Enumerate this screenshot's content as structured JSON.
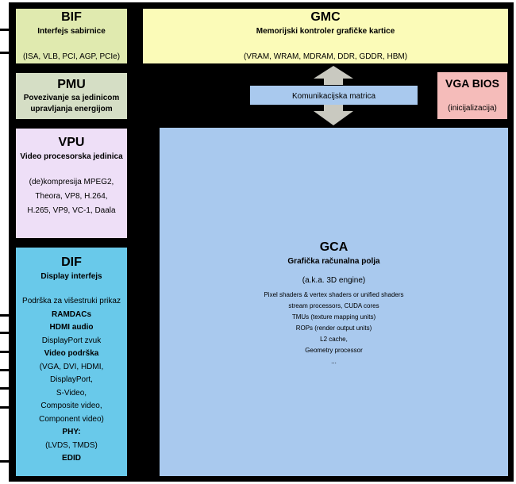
{
  "bif": {
    "title": "BIF",
    "subtitle": "Interfejs sabirnice",
    "detail": "(ISA, VLB, PCI, AGP, PCIe)"
  },
  "pmu": {
    "title": "PMU",
    "subtitle": "Povezivanje sa jedinicom upravljanja energijom"
  },
  "vpu": {
    "title": "VPU",
    "subtitle": "Video procesorska jedinica",
    "detail": "(de)kompresija MPEG2, Theora, VP8, H.264, H.265, VP9, VC-1, Daala"
  },
  "dif": {
    "title": "DIF",
    "subtitle": "Display interfejs",
    "lines": [
      {
        "text": "Podrška za višestruki prikaz",
        "bold": false
      },
      {
        "text": "RAMDACs",
        "bold": true
      },
      {
        "text": "HDMI audio",
        "bold": true
      },
      {
        "text": "DisplayPort zvuk",
        "bold": false
      },
      {
        "text": "Video podrška",
        "bold": true
      },
      {
        "text": "(VGA, DVI, HDMI,",
        "bold": false
      },
      {
        "text": "DisplayPort,",
        "bold": false
      },
      {
        "text": "S-Video,",
        "bold": false
      },
      {
        "text": "Composite video,",
        "bold": false
      },
      {
        "text": "Component video)",
        "bold": false
      },
      {
        "text": "PHY:",
        "bold": true
      },
      {
        "text": "(LVDS, TMDS)",
        "bold": false
      },
      {
        "text": "EDID",
        "bold": true
      }
    ]
  },
  "gmc": {
    "title": "GMC",
    "subtitle": "Memorijski kontroler grafičke kartice",
    "detail": "(VRAM, WRAM, MDRAM, DDR, GDDR, HBM)"
  },
  "crossbar": {
    "label": "Komunikacijska matrica"
  },
  "vgabios": {
    "title": "VGA BIOS",
    "detail": "(inicijalizacija)"
  },
  "gca": {
    "title": "GCA",
    "subtitle": "Grafička računalna polja",
    "aka": "(a.k.a. 3D engine)",
    "lines": [
      "Pixel shaders & vertex shaders or unified shaders",
      "stream processors, CUDA cores",
      "TMUs (texture mapping units)",
      "ROPs (render output units)",
      "L2 cache,",
      "Geometry processor",
      "..."
    ]
  },
  "colors": {
    "frame": "#000000",
    "bif": "#e0eaaf",
    "pmu": "#d5dec5",
    "vpu": "#eedff7",
    "dif": "#69c9ea",
    "gmc": "#fbfbb8",
    "crossbar": "#a9c9ee",
    "arrow": "#c9c9c0",
    "vgabios": "#f5bcba",
    "gca": "#a9c9ee"
  }
}
